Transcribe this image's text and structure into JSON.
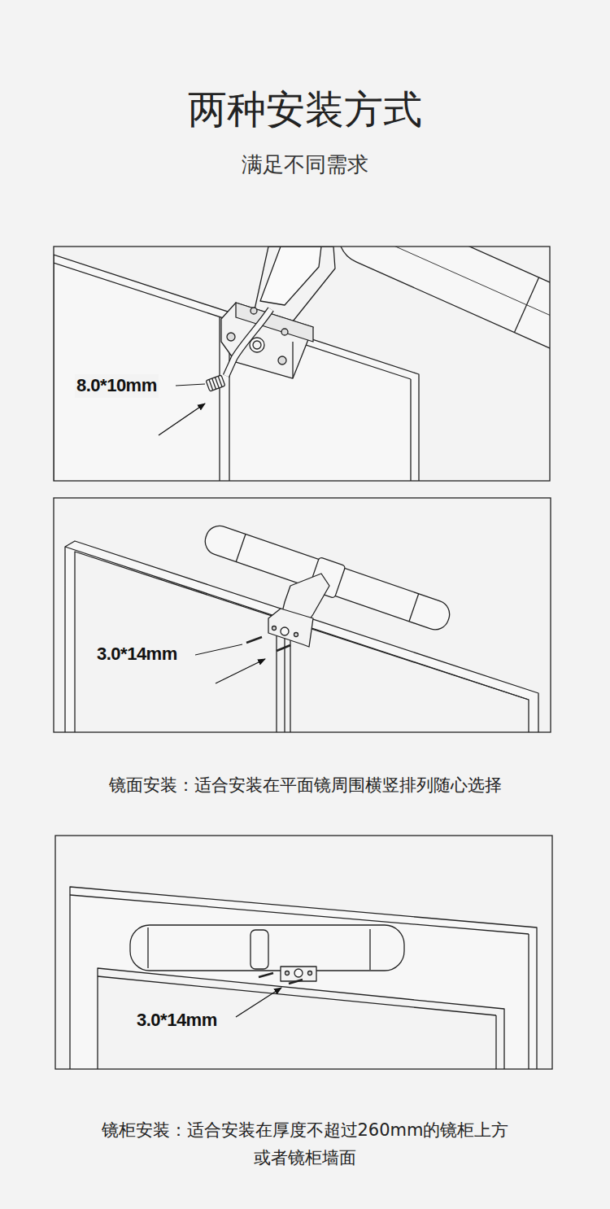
{
  "diagram": {
    "title": "两种安装方式",
    "labels": [
      "满足不同需求",
      "8.0*10mm",
      "3.0*14mm",
      "镜面安装：适合安装在平面镜周围横竖排列随心选择",
      "3.0*14mm",
      "镜柜安装：适合安装在厚度不超过260mm的镜柜上方 或者镜柜墙面"
    ]
  }
}
